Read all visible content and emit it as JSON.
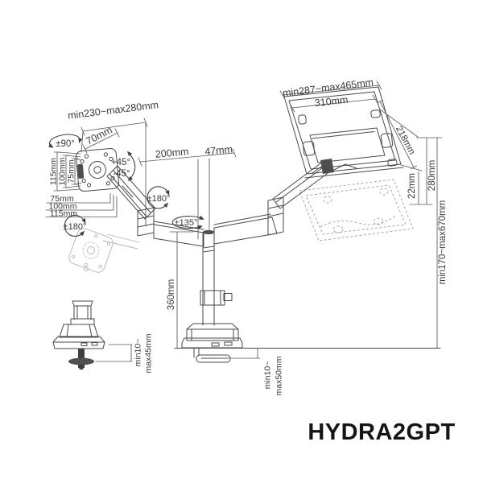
{
  "model": "HYDRA2GPT",
  "colors": {
    "background": "#ffffff",
    "line": "#4a4a4a",
    "dimension_line": "#5a5a5a",
    "text": "#3a3a3a",
    "ghost": "#b5b5b5",
    "dashed_ghost": "#9f9f9f",
    "model_text": "#151515"
  },
  "labels": {
    "monitor_width_range": "min230~max280mm",
    "vesa_top_width": "70mm",
    "vesa_swivel": "±90°",
    "tilt_up": "+45°",
    "tilt_down": "-45°",
    "vesa_col_115": "115mm",
    "vesa_col_100": "100mm",
    "vesa_col_75": "75mm",
    "vesa_row_75": "75mm",
    "vesa_row_100": "100mm",
    "vesa_row_115": "115mm",
    "arm_rotation": "±180°",
    "vesa_rotation": "±180°",
    "pole_rotation": "±135°",
    "front_arm_reach": "200mm",
    "pole_offset": "47mm",
    "laptop_width_range": "min287~max465mm",
    "tray_width": "310mm",
    "tray_depth": "218mm",
    "tray_drop": "22mm",
    "tray_height": "280mm",
    "height_adjust_range": "min170~max670mm",
    "pole_height": "360mm",
    "grommet_thickness_line1": "min10~",
    "grommet_thickness_line2": "max45mm",
    "clamp_thickness_line1": "min10~",
    "clamp_thickness_line2": "max50mm"
  }
}
